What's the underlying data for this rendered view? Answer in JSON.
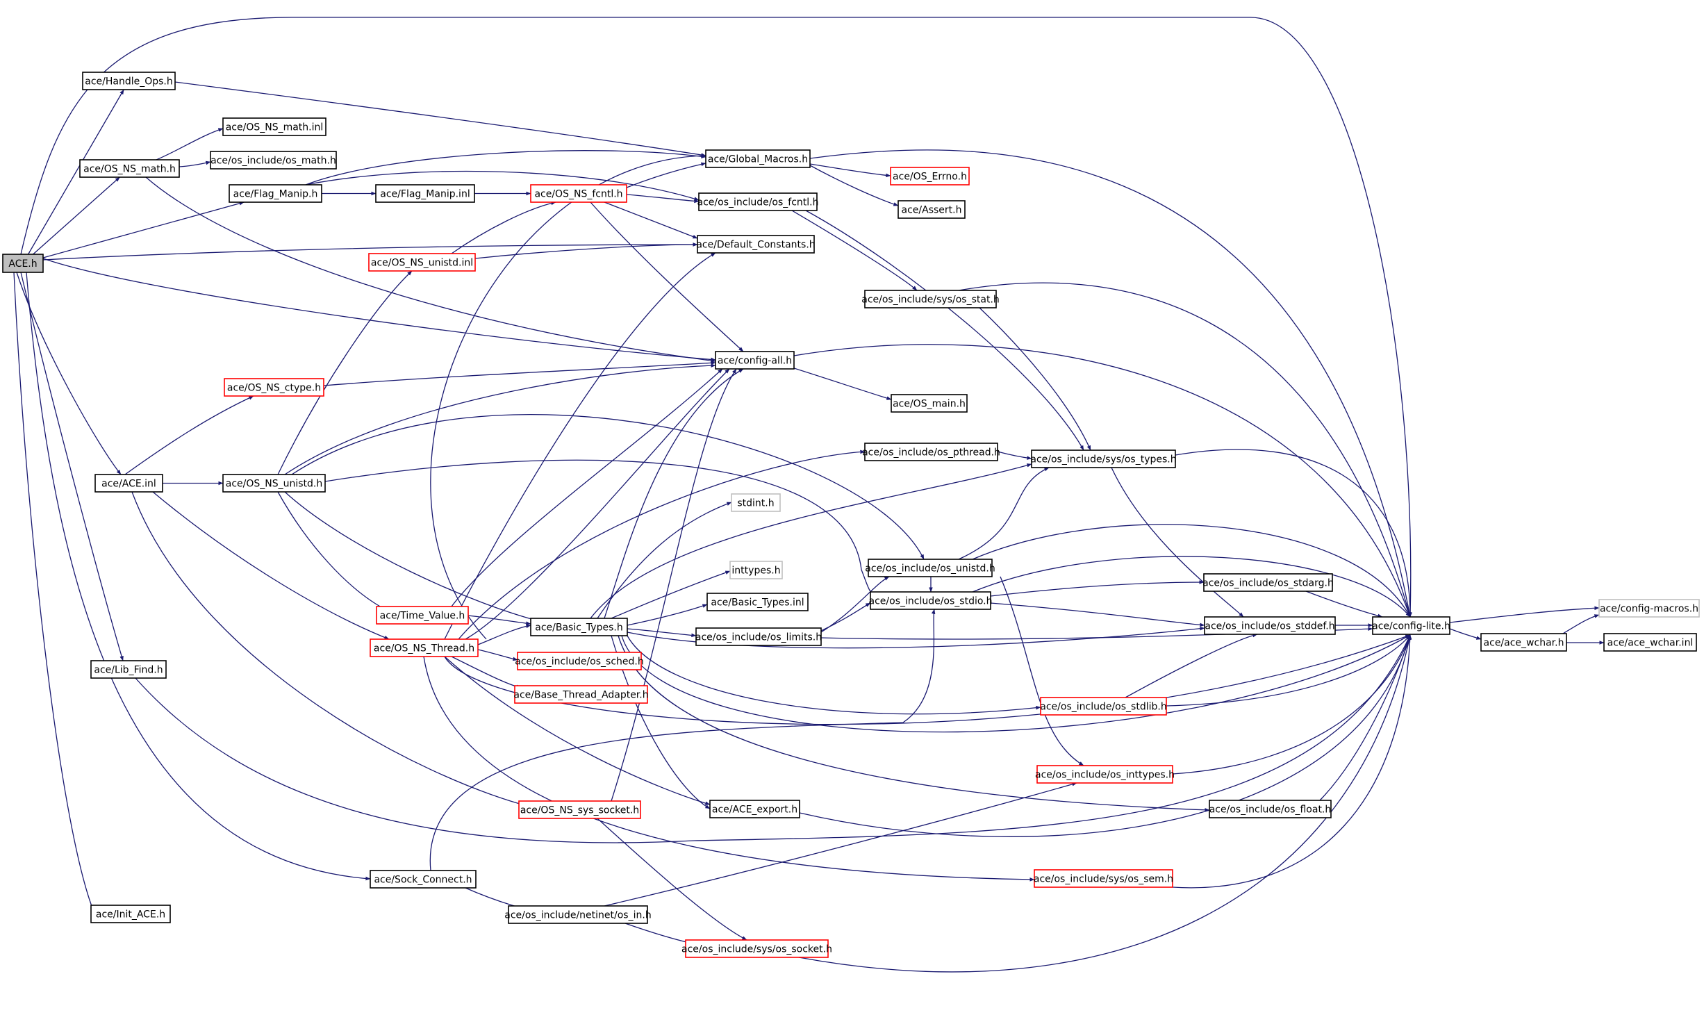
{
  "colors": {
    "edge": "#191970",
    "box_normal": "#000000",
    "box_truncated": "#ff0000",
    "box_external": "#bfbfbf",
    "root_fill": "#bfbfbf",
    "text": "#000000"
  },
  "nodes": [
    {
      "id": "ace_h",
      "label": "ACE.h",
      "kind": "root"
    },
    {
      "id": "handle_ops",
      "label": "ace/Handle_Ops.h",
      "kind": "normal"
    },
    {
      "id": "os_ns_math_inl",
      "label": "ace/OS_NS_math.inl",
      "kind": "normal"
    },
    {
      "id": "os_ns_math_h",
      "label": "ace/OS_NS_math.h",
      "kind": "normal"
    },
    {
      "id": "os_math",
      "label": "ace/os_include/os_math.h",
      "kind": "normal"
    },
    {
      "id": "global_macros",
      "label": "ace/Global_Macros.h",
      "kind": "normal"
    },
    {
      "id": "os_errno",
      "label": "ace/OS_Errno.h",
      "kind": "truncated"
    },
    {
      "id": "flag_manip_h",
      "label": "ace/Flag_Manip.h",
      "kind": "normal"
    },
    {
      "id": "flag_manip_inl",
      "label": "ace/Flag_Manip.inl",
      "kind": "normal"
    },
    {
      "id": "os_ns_fcntl",
      "label": "ace/OS_NS_fcntl.h",
      "kind": "truncated"
    },
    {
      "id": "os_fcntl",
      "label": "ace/os_include/os_fcntl.h",
      "kind": "normal"
    },
    {
      "id": "assert_h",
      "label": "ace/Assert.h",
      "kind": "normal"
    },
    {
      "id": "os_ns_unistd_inl",
      "label": "ace/OS_NS_unistd.inl",
      "kind": "truncated"
    },
    {
      "id": "default_constants",
      "label": "ace/Default_Constants.h",
      "kind": "normal"
    },
    {
      "id": "os_stat",
      "label": "ace/os_include/sys/os_stat.h",
      "kind": "normal"
    },
    {
      "id": "os_ns_ctype",
      "label": "ace/OS_NS_ctype.h",
      "kind": "truncated"
    },
    {
      "id": "config_all",
      "label": "ace/config-all.h",
      "kind": "normal"
    },
    {
      "id": "os_main",
      "label": "ace/OS_main.h",
      "kind": "normal"
    },
    {
      "id": "ace_inl",
      "label": "ace/ACE.inl",
      "kind": "normal"
    },
    {
      "id": "os_ns_unistd_h",
      "label": "ace/OS_NS_unistd.h",
      "kind": "normal"
    },
    {
      "id": "os_pthread",
      "label": "ace/os_include/os_pthread.h",
      "kind": "normal"
    },
    {
      "id": "os_types",
      "label": "ace/os_include/sys/os_types.h",
      "kind": "normal"
    },
    {
      "id": "stdint_h",
      "label": "stdint.h",
      "kind": "external"
    },
    {
      "id": "os_unistd",
      "label": "ace/os_include/os_unistd.h",
      "kind": "normal"
    },
    {
      "id": "inttypes_h",
      "label": "inttypes.h",
      "kind": "external"
    },
    {
      "id": "basic_types_inl",
      "label": "ace/Basic_Types.inl",
      "kind": "normal"
    },
    {
      "id": "os_stdio",
      "label": "ace/os_include/os_stdio.h",
      "kind": "normal"
    },
    {
      "id": "os_stdarg",
      "label": "ace/os_include/os_stdarg.h",
      "kind": "normal"
    },
    {
      "id": "time_value",
      "label": "ace/Time_Value.h",
      "kind": "truncated"
    },
    {
      "id": "basic_types_h",
      "label": "ace/Basic_Types.h",
      "kind": "normal"
    },
    {
      "id": "os_limits",
      "label": "ace/os_include/os_limits.h",
      "kind": "normal"
    },
    {
      "id": "os_stddef",
      "label": "ace/os_include/os_stddef.h",
      "kind": "normal"
    },
    {
      "id": "config_lite",
      "label": "ace/config-lite.h",
      "kind": "normal"
    },
    {
      "id": "config_macros",
      "label": "ace/config-macros.h",
      "kind": "external"
    },
    {
      "id": "ace_wchar_h",
      "label": "ace/ace_wchar.h",
      "kind": "normal"
    },
    {
      "id": "ace_wchar_inl",
      "label": "ace/ace_wchar.inl",
      "kind": "normal"
    },
    {
      "id": "os_ns_thread",
      "label": "ace/OS_NS_Thread.h",
      "kind": "truncated"
    },
    {
      "id": "os_sched",
      "label": "ace/os_include/os_sched.h",
      "kind": "truncated"
    },
    {
      "id": "lib_find",
      "label": "ace/Lib_Find.h",
      "kind": "normal"
    },
    {
      "id": "base_thread_adapter",
      "label": "ace/Base_Thread_Adapter.h",
      "kind": "truncated"
    },
    {
      "id": "os_stdlib",
      "label": "ace/os_include/os_stdlib.h",
      "kind": "truncated"
    },
    {
      "id": "os_inttypes",
      "label": "ace/os_include/os_inttypes.h",
      "kind": "truncated"
    },
    {
      "id": "os_float",
      "label": "ace/os_include/os_float.h",
      "kind": "normal"
    },
    {
      "id": "os_ns_sys_socket",
      "label": "ace/OS_NS_sys_socket.h",
      "kind": "truncated"
    },
    {
      "id": "ace_export",
      "label": "ace/ACE_export.h",
      "kind": "normal"
    },
    {
      "id": "sock_connect",
      "label": "ace/Sock_Connect.h",
      "kind": "normal"
    },
    {
      "id": "os_sem",
      "label": "ace/os_include/sys/os_sem.h",
      "kind": "truncated"
    },
    {
      "id": "init_ace",
      "label": "ace/Init_ACE.h",
      "kind": "normal"
    },
    {
      "id": "os_in",
      "label": "ace/os_include/netinet/os_in.h",
      "kind": "normal"
    },
    {
      "id": "os_socket",
      "label": "ace/os_include/sys/os_socket.h",
      "kind": "truncated"
    }
  ]
}
